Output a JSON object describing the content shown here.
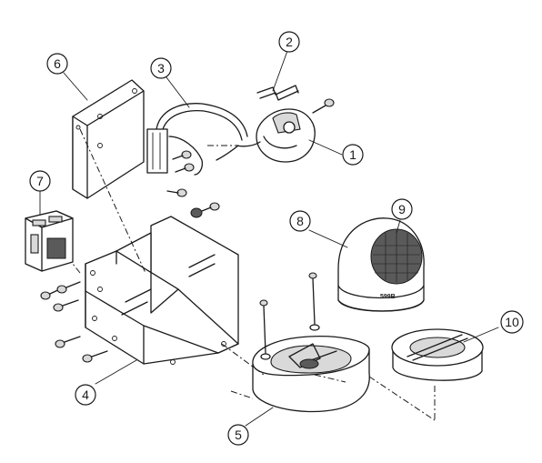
{
  "callouts": [
    {
      "id": "1",
      "label": "1"
    },
    {
      "id": "2",
      "label": "2"
    },
    {
      "id": "3",
      "label": "3"
    },
    {
      "id": "4",
      "label": "4"
    },
    {
      "id": "5",
      "label": "5"
    },
    {
      "id": "6",
      "label": "6"
    },
    {
      "id": "7",
      "label": "7"
    },
    {
      "id": "8",
      "label": "8"
    },
    {
      "id": "9",
      "label": "9"
    },
    {
      "id": "10",
      "label": "10"
    }
  ],
  "speaker_marking": "599B"
}
